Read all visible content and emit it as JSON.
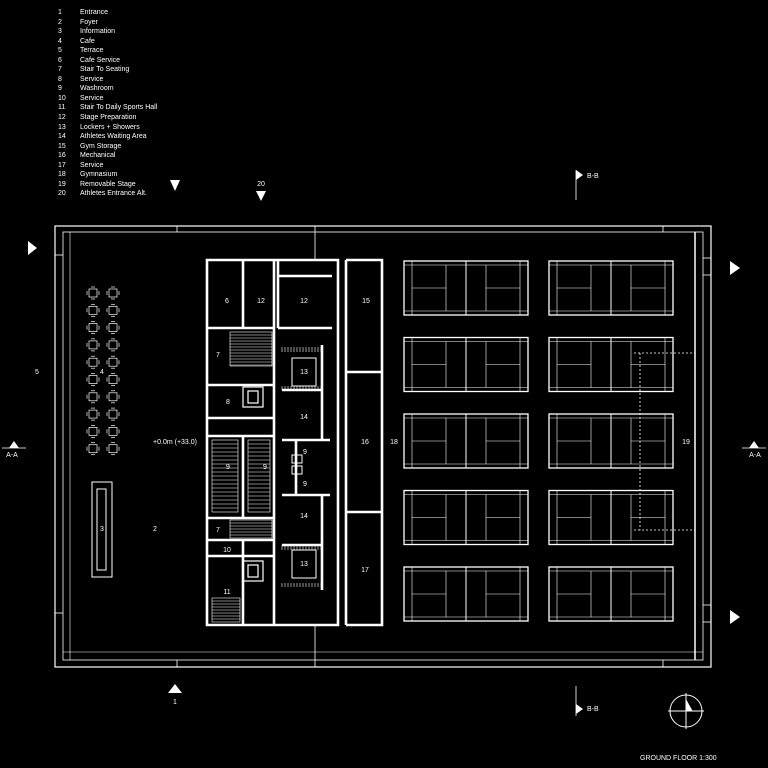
{
  "legend": [
    {
      "num": "1",
      "label": "Entrance"
    },
    {
      "num": "2",
      "label": "Foyer"
    },
    {
      "num": "3",
      "label": "Information"
    },
    {
      "num": "4",
      "label": "Cafe"
    },
    {
      "num": "5",
      "label": "Terrace"
    },
    {
      "num": "6",
      "label": "Cafe Service"
    },
    {
      "num": "7",
      "label": "Stair To Seating"
    },
    {
      "num": "8",
      "label": "Service"
    },
    {
      "num": "9",
      "label": "Washroom"
    },
    {
      "num": "10",
      "label": "Service"
    },
    {
      "num": "11",
      "label": "Stair To Daily Sports Hall"
    },
    {
      "num": "12",
      "label": "Stage Preparation"
    },
    {
      "num": "13",
      "label": "Lockers + Showers"
    },
    {
      "num": "14",
      "label": "Athletes Waiting Area"
    },
    {
      "num": "15",
      "label": "Gym Storage"
    },
    {
      "num": "16",
      "label": "Mechanical"
    },
    {
      "num": "17",
      "label": "Service"
    },
    {
      "num": "18",
      "label": "Gymnasium"
    },
    {
      "num": "19",
      "label": "Removable Stage"
    },
    {
      "num": "20",
      "label": "Athletes Entrance Alt."
    }
  ],
  "section_marks": {
    "aa_left": "A-A",
    "aa_right": "A-A",
    "bb_top": "B-B",
    "bb_bottom": "B-B",
    "entrance": "1",
    "alt_entrance": "20"
  },
  "level_label": "+0.0m (+33.0)",
  "title": "GROUND FLOOR 1:300",
  "room_tags": {
    "r1": "5",
    "r2": "4",
    "r3": "3",
    "r4": "2",
    "r5": "6",
    "r6": "12",
    "r7": "12",
    "r8": "15",
    "r9": "7",
    "r10": "13",
    "r11": "8",
    "r12": "14",
    "r13": "16",
    "r14": "18",
    "r15": "9",
    "r16": "9",
    "r17": "9",
    "r18": "9",
    "r19": "7",
    "r20": "14",
    "r21": "10",
    "r22": "13",
    "r23": "17",
    "r24": "11",
    "r25": "19"
  }
}
